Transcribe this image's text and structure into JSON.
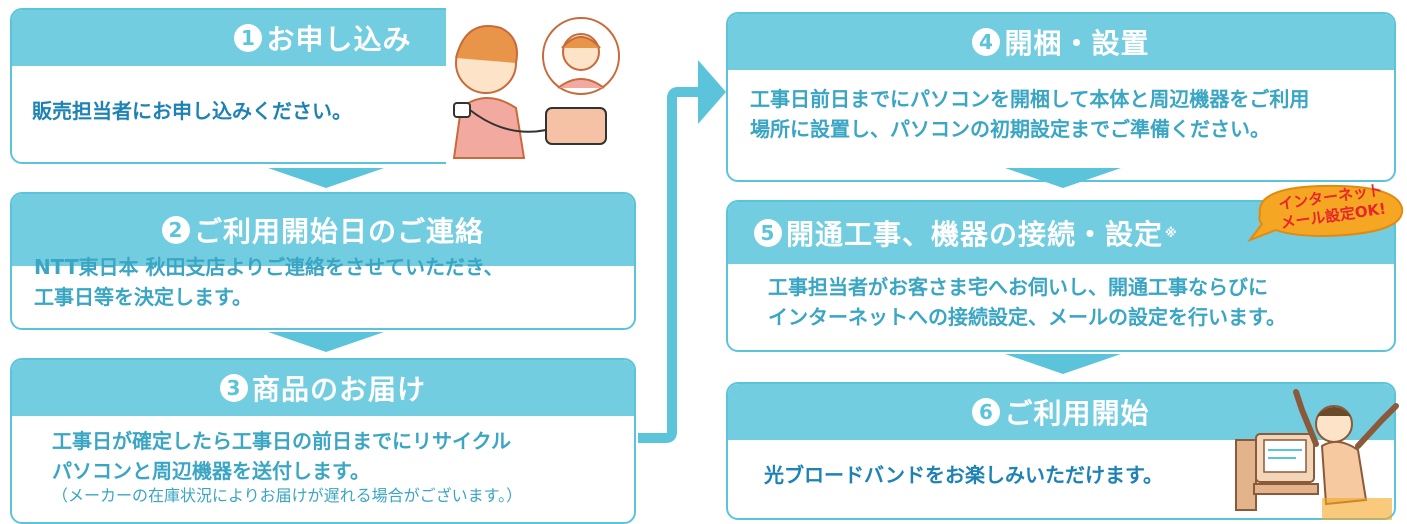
{
  "steps": [
    {
      "num": "1",
      "title": "お申し込み",
      "text": "販売担当者にお申し込みください。"
    },
    {
      "num": "2",
      "title": "ご利用開始日のご連絡",
      "text_line1": "NTT東日本 秋田支店よりご連絡をさせていただき、",
      "text_line2": "工事日等を決定します。"
    },
    {
      "num": "3",
      "title": "商品のお届け",
      "text_line1": "工事日が確定したら工事日の前日までにリサイクル",
      "text_line2": "パソコンと周辺機器を送付します。",
      "note": "（メーカーの在庫状況によりお届けが遅れる場合がございます。）"
    },
    {
      "num": "4",
      "title": "開梱・設置",
      "text_line1": "工事日前日までにパソコンを開梱して本体と周辺機器をご利用",
      "text_line2": "場所に設置し、パソコンの初期設定までご準備ください。"
    },
    {
      "num": "5",
      "title": "開通工事、機器の接続・設定",
      "title_mark": "※",
      "text_line1": "工事担当者がお客さま宅へお伺いし、開通工事ならびに",
      "text_line2": "インターネットへの接続設定、メールの設定を行います。"
    },
    {
      "num": "6",
      "title": "ご利用開始",
      "text": "光ブロードバンドをお楽しみいただけます。"
    }
  ],
  "badge": {
    "line1": "インターネット",
    "line2": "メール設定OK!"
  },
  "colors": {
    "accent": "#5cc4da",
    "header": "#73cde0",
    "text": "#3aa6c4",
    "badge": "#f5a623",
    "badge_text": "#e8252a"
  }
}
